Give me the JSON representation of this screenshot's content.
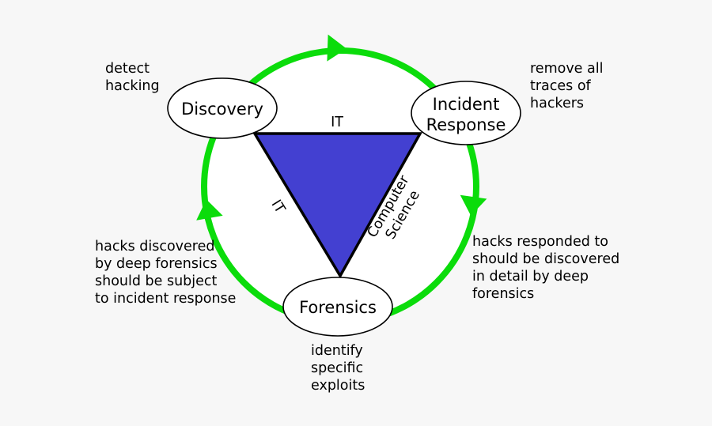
{
  "colors": {
    "background": "#f7f7f7",
    "cycle_green": "#0bdc0b",
    "triangle_fill": "#4340d1",
    "node_fill": "#ffffff",
    "outline": "#000000",
    "text_color": "#000000"
  },
  "nodes": {
    "discovery": {
      "label": "Discovery",
      "note_lines": [
        "detect",
        "hacking"
      ]
    },
    "incident_response": {
      "label_line1": "Incident",
      "label_line2": "Response",
      "note_lines": [
        "remove all",
        "traces of",
        "hackers"
      ]
    },
    "forensics": {
      "label": "Forensics",
      "note_lines": [
        "identify",
        "specific",
        "exploits"
      ]
    }
  },
  "edge_notes": {
    "incident_to_forensics": [
      "hacks responded to",
      "should be discovered",
      "in detail by deep",
      "forensics"
    ],
    "forensics_to_discovery": [
      "hacks discovered",
      "by deep forensics",
      "should be subject",
      "to incident response"
    ]
  },
  "triangle": {
    "top_label": "IT",
    "left_label": "IT",
    "right_label_line1": "Computer",
    "right_label_line2": "Science"
  }
}
